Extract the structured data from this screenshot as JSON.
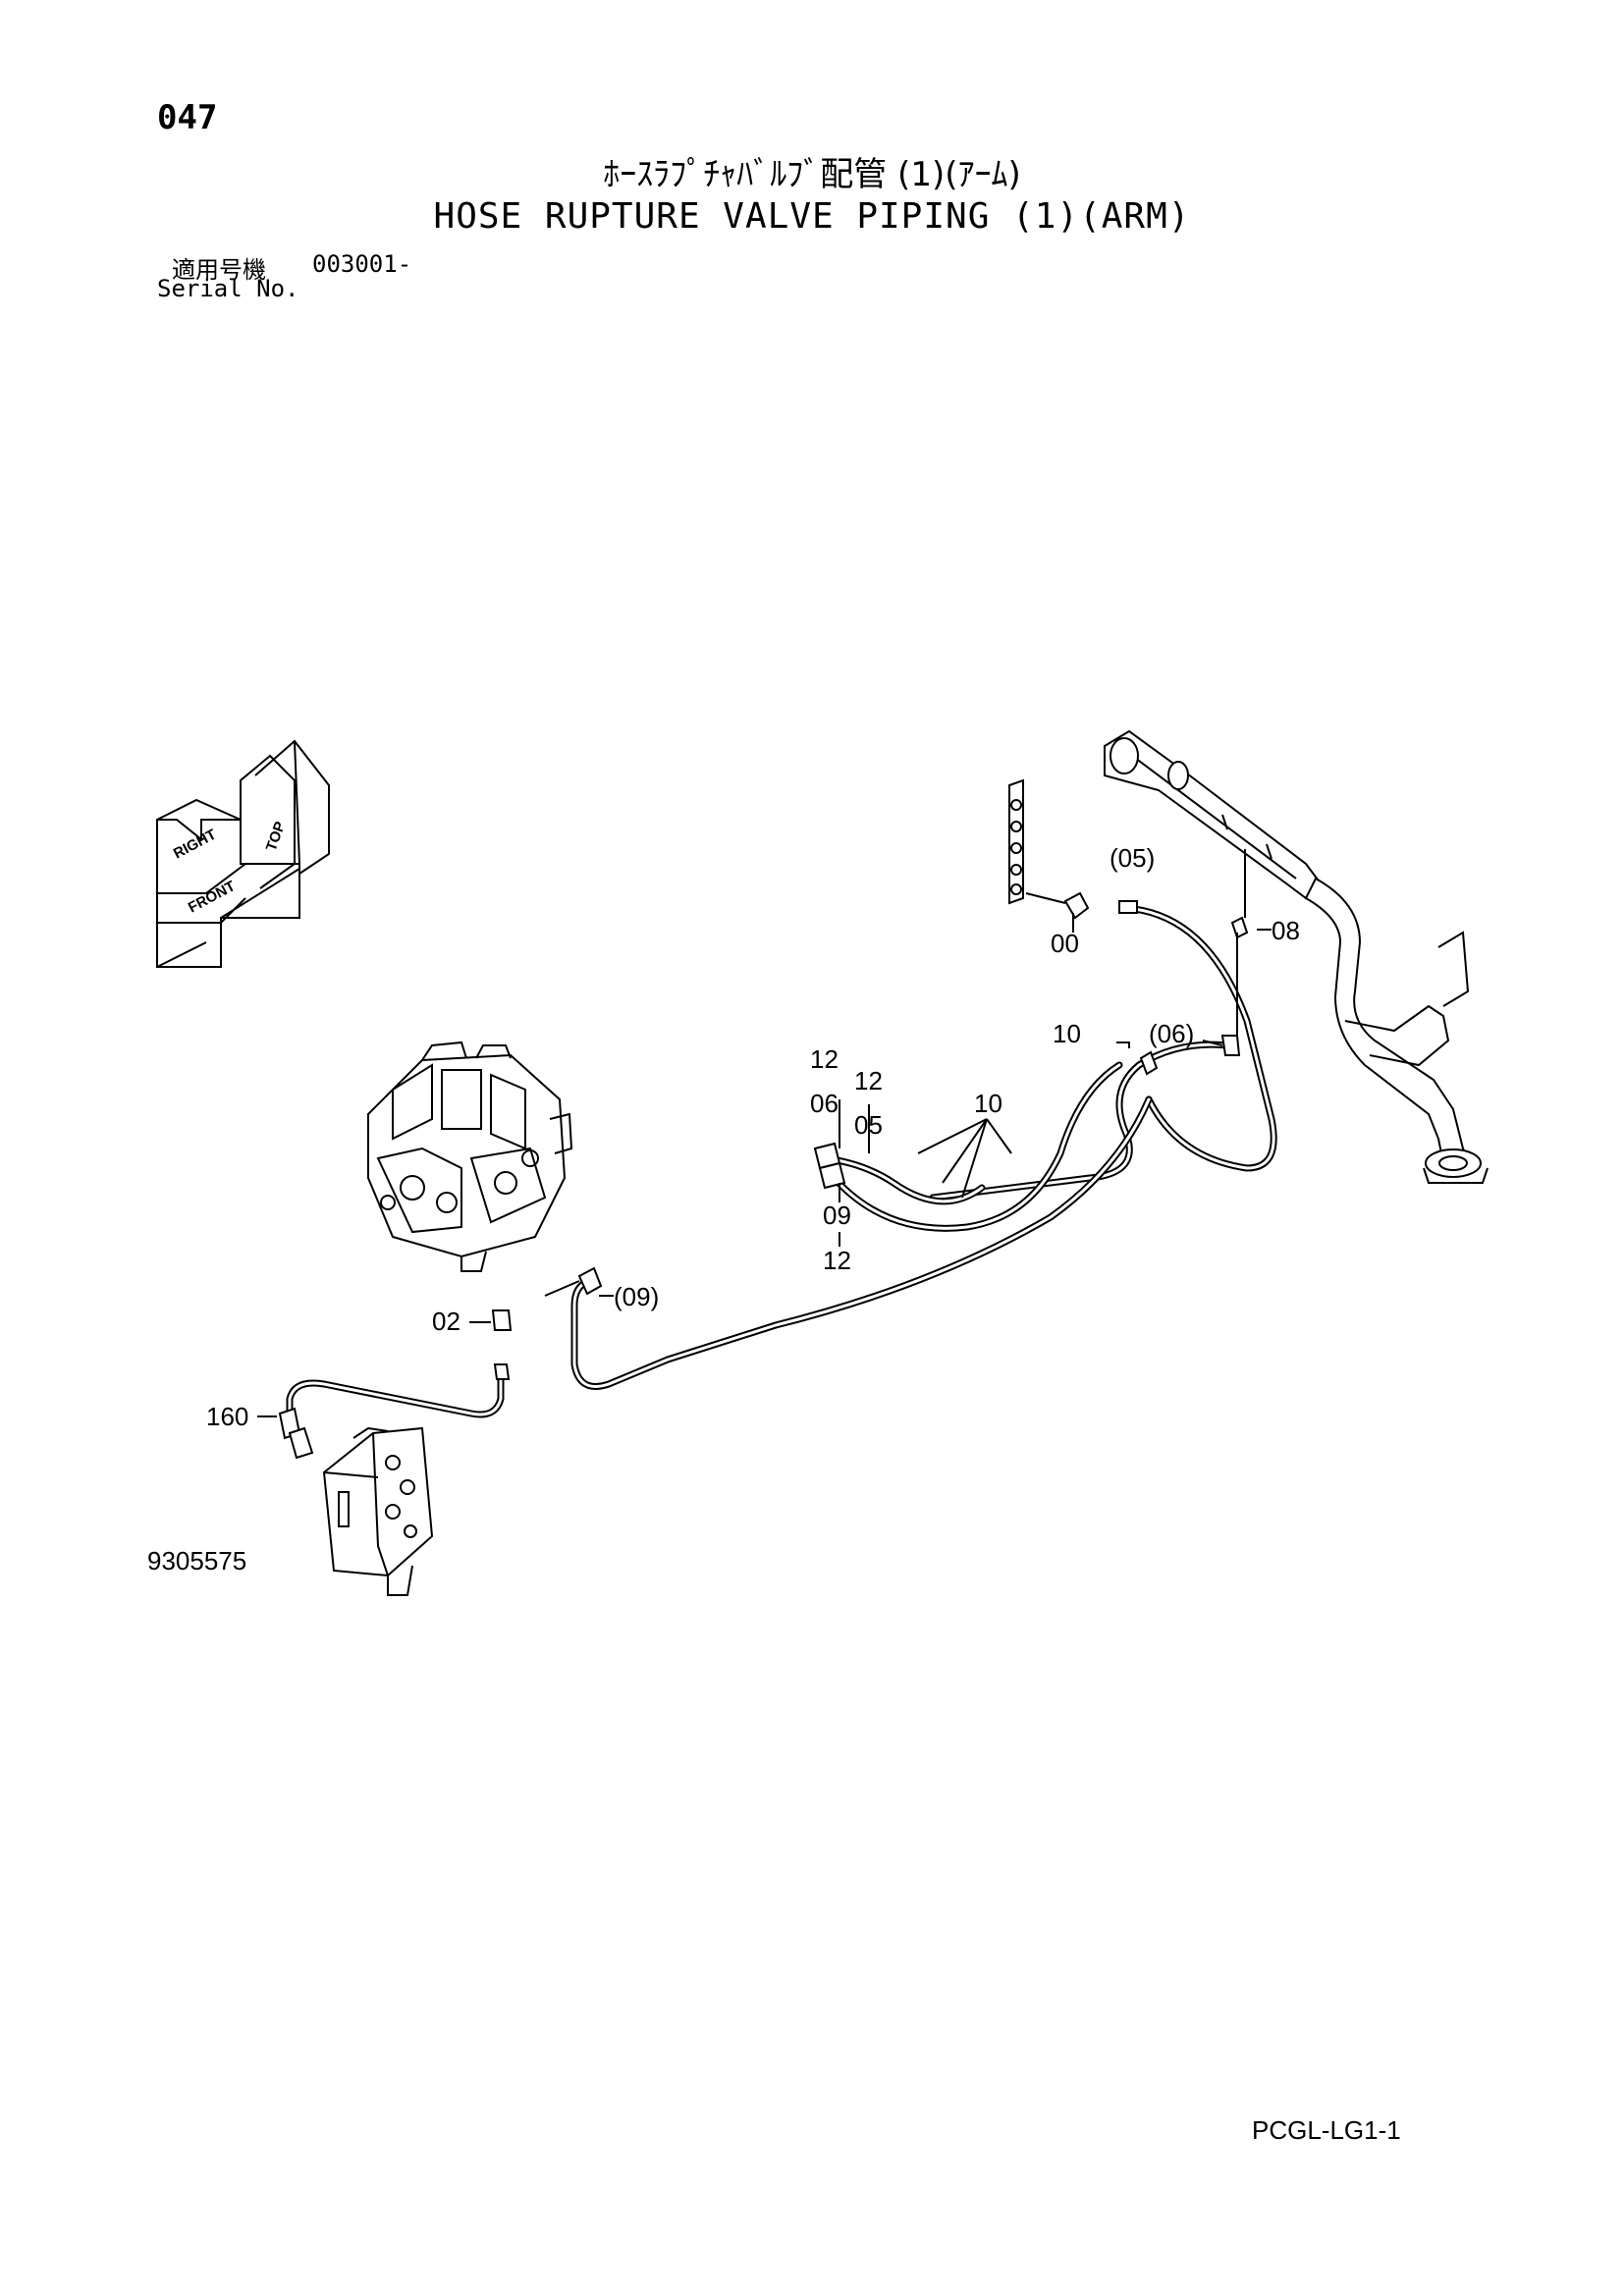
{
  "header": {
    "page_number": "047",
    "title_ja": "ﾎｰｽﾗﾌﾟﾁｬﾊﾞﾙﾌﾞ配管 (1)(ｱｰﾑ)",
    "title_en": "HOSE RUPTURE VALVE PIPING (1)(ARM)",
    "serial_label_ja": "適用号機",
    "serial_value": "003001-",
    "serial_label_en": "Serial No."
  },
  "orientation": {
    "top": "TOP",
    "right": "RIGHT",
    "front": "FRONT"
  },
  "callouts": {
    "c00": "00",
    "c05p": "(05)",
    "c08": "08",
    "c10a": "10",
    "c06p": "(06)",
    "c12a": "12",
    "c12b": "12",
    "c06": "06",
    "c05": "05",
    "c10b": "10",
    "c09": "09",
    "c12c": "12",
    "c02": "02",
    "c09p": "(09)",
    "c160": "160"
  },
  "footer": {
    "drawing_number": "9305575",
    "page_code": "PCGL-LG1-1"
  }
}
